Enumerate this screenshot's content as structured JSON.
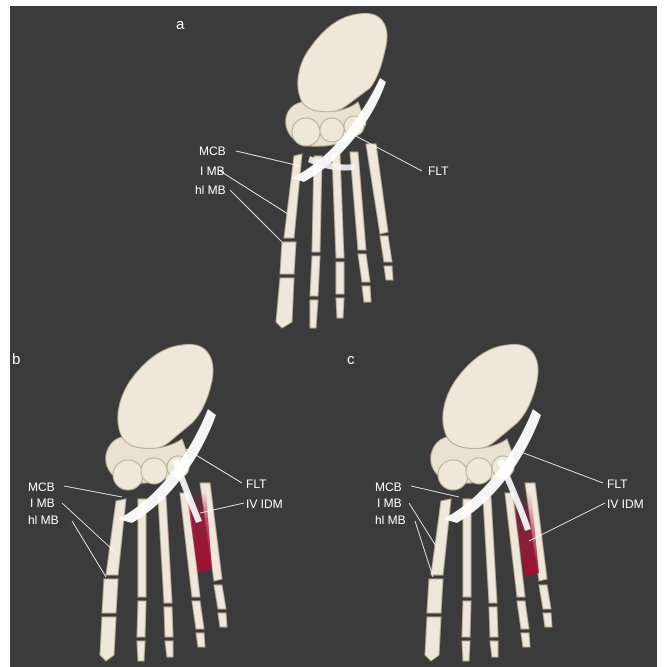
{
  "panels": [
    {
      "letter": "a",
      "labels": {
        "mcb": "MCB",
        "imb": "I MB",
        "hlmb": "hl MB",
        "flt": "FLT"
      }
    },
    {
      "letter": "b",
      "labels": {
        "mcb": "MCB",
        "imb": "I MB",
        "hlmb": "hl MB",
        "flt": "FLT",
        "idm": "IV IDM"
      }
    },
    {
      "letter": "c",
      "labels": {
        "mcb": "MCB",
        "imb": "I MB",
        "hlmb": "hl MB",
        "flt": "FLT",
        "idm": "IV IDM"
      }
    }
  ],
  "colors": {
    "background": "#3b3b3b",
    "bone": "#efe8da",
    "tendon": "#ffffff",
    "muscle": "#b0123a",
    "leader": "#ffffff"
  }
}
